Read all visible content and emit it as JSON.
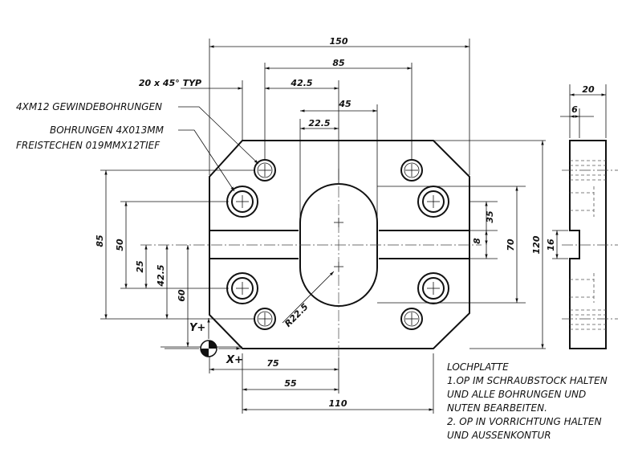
{
  "dimensions": {
    "top_150": "150",
    "top_85": "85",
    "top_42_5": "42.5",
    "top_45": "45",
    "top_22_5": "22.5",
    "chamfer": "20 x 45° TYP",
    "left_85": "85",
    "left_50": "50",
    "left_25": "25",
    "left_42_5": "42.5",
    "left_60": "60",
    "right_35": "35",
    "right_8": "8",
    "right_70": "70",
    "right_120": "120",
    "radius": "R22.5",
    "bottom_75": "75",
    "bottom_55": "55",
    "bottom_110": "110",
    "side_20": "20",
    "side_6": "6",
    "side_16": "16"
  },
  "labels": {
    "thread_holes": "4XM12 GEWINDEBOHRUNGEN",
    "bores_line1": "BOHRUNGEN 4X013MM",
    "bores_line2": "FREISTECHEN 019MMX12TIEF",
    "axis_y": "Y+",
    "axis_x": "X+"
  },
  "notes": {
    "title": "LOCHPLATTE",
    "line1": "1.OP IM SCHRAUBSTOCK HALTEN",
    "line2": "UND ALLE BOHRUNGEN UND",
    "line3": "NUTEN BEARBEITEN.",
    "line4": "2. OP IN VORRICHTUNG HALTEN",
    "line5": "UND AUSSENKONTUR"
  }
}
